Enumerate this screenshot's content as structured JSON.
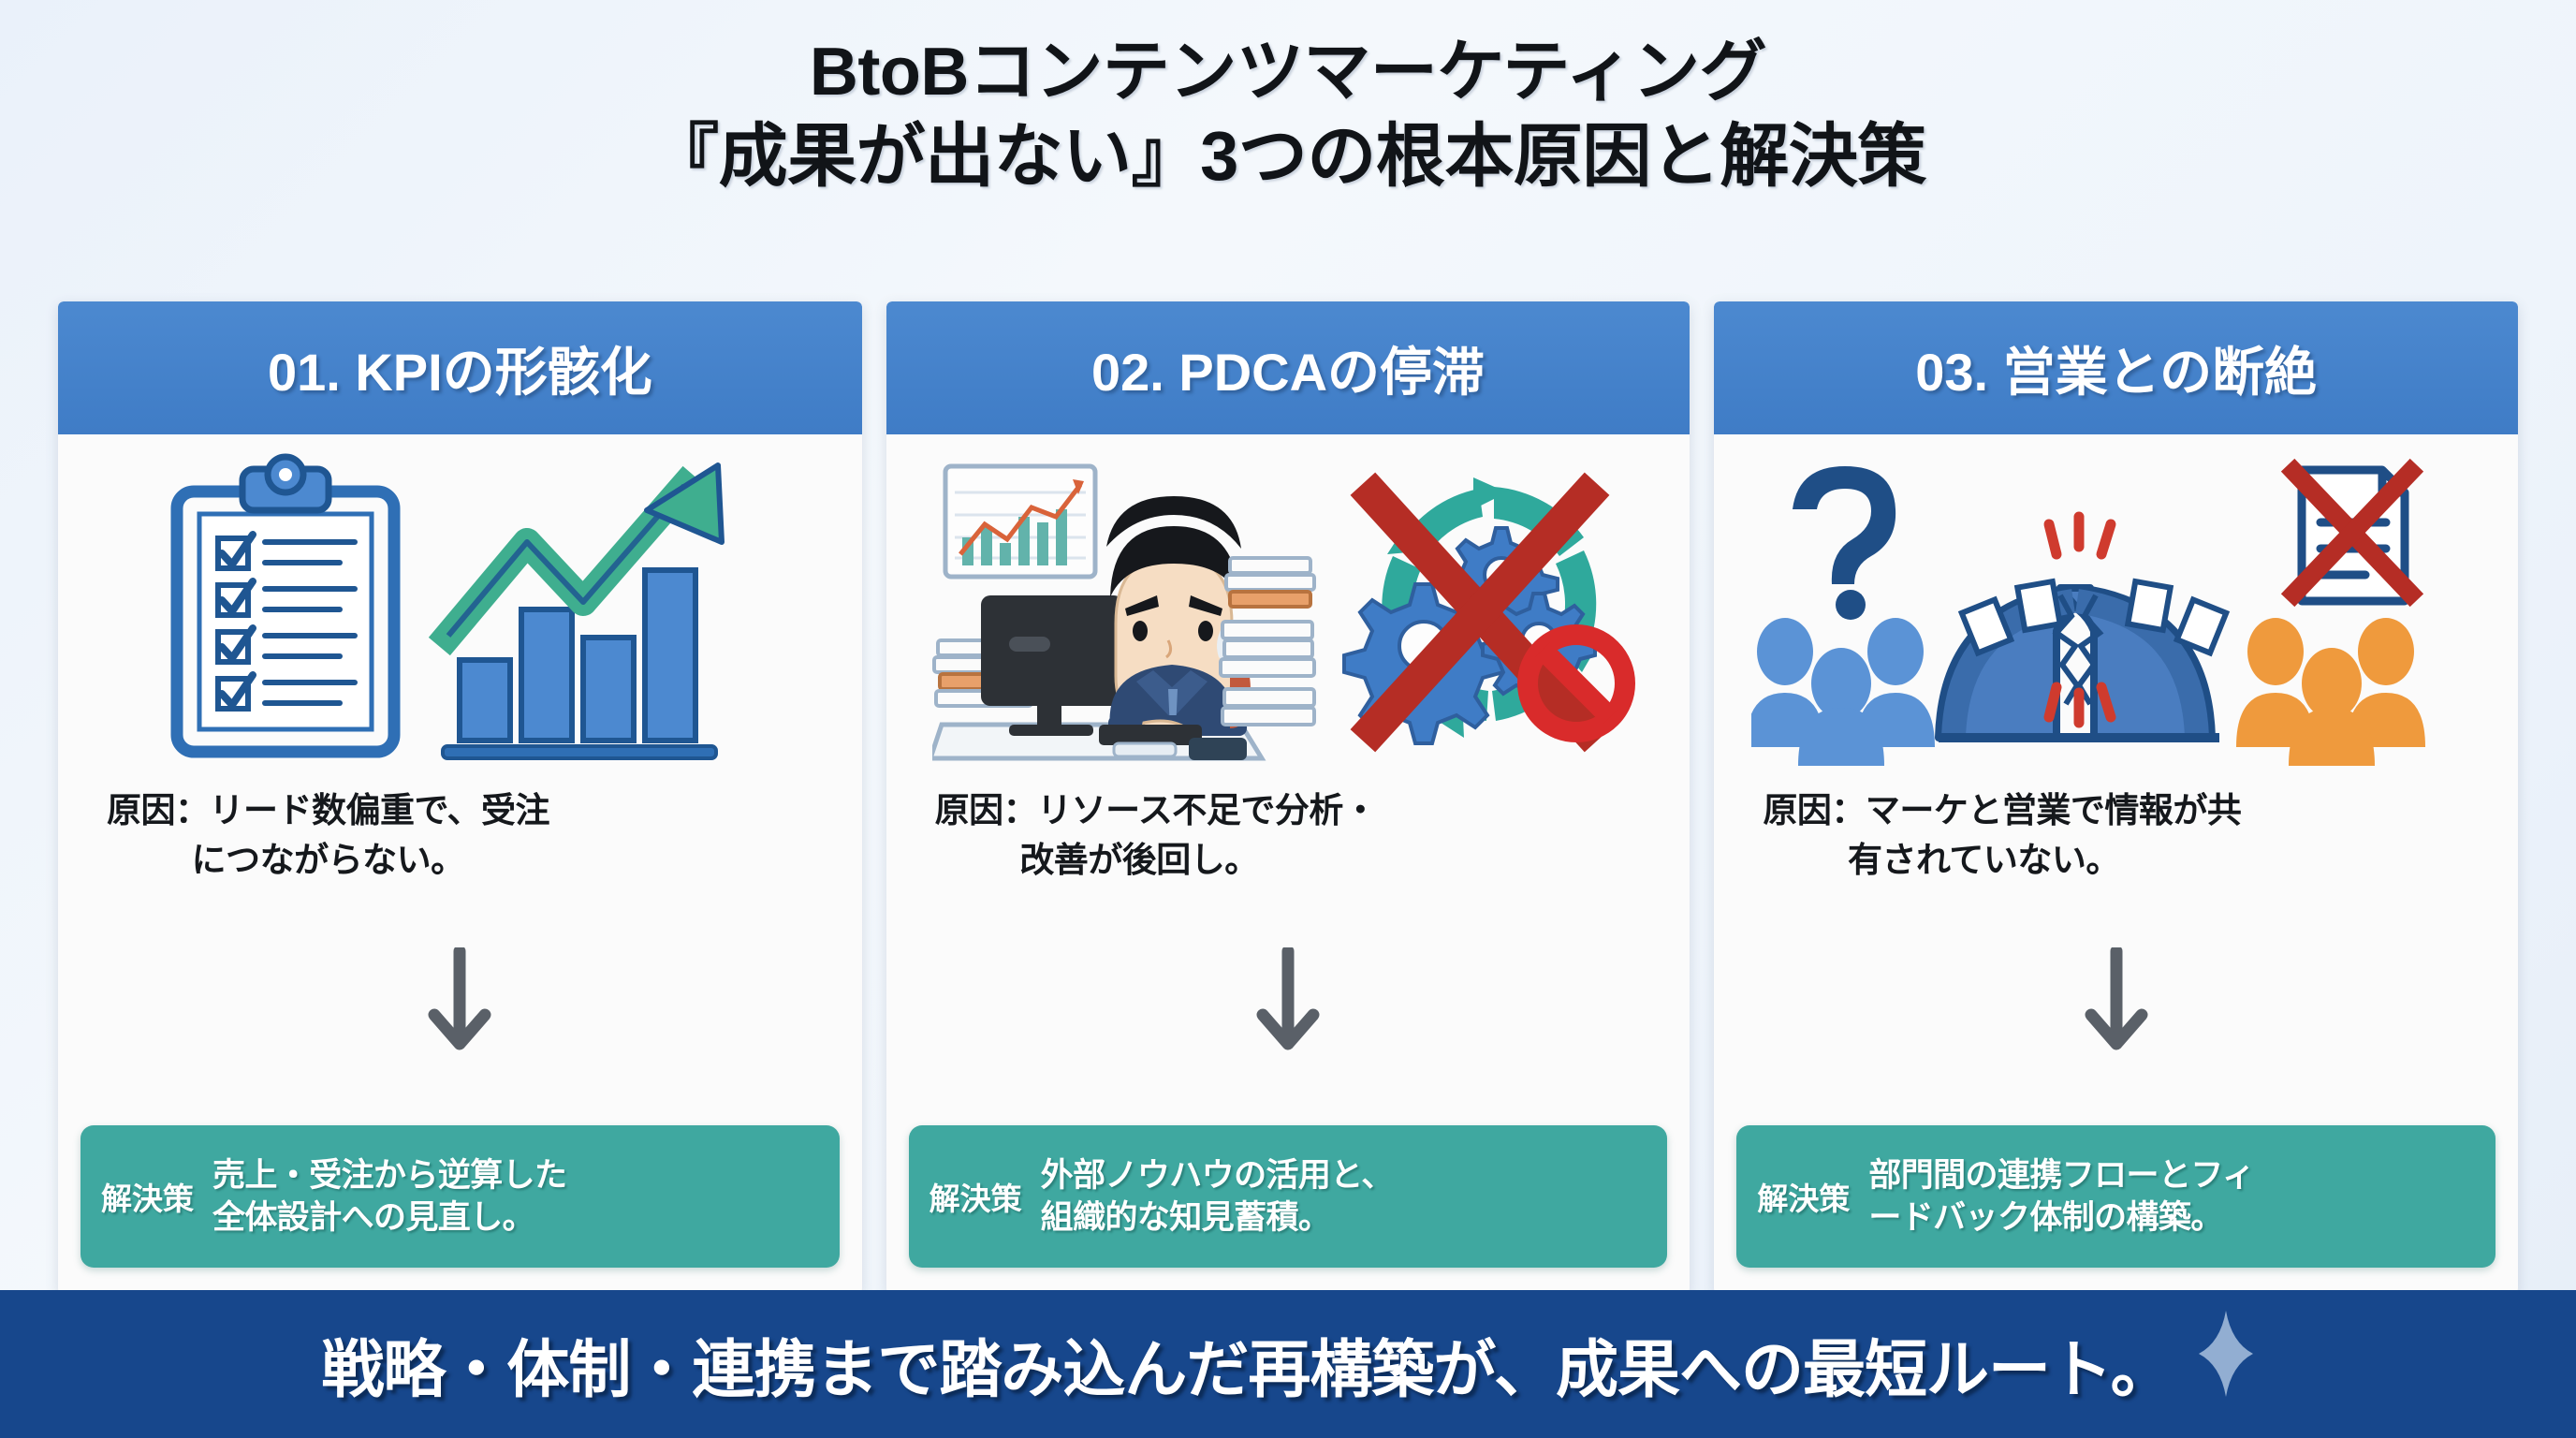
{
  "title": {
    "line1": "BtoBコンテンツマーケティング",
    "line2": "『成果が出ない』3つの根本原因と解決策"
  },
  "colors": {
    "background_top": "#eaf1fa",
    "card_header_blue": "#3f7cc6",
    "solution_teal": "#3fa8a0",
    "banner_navy": "#17478c",
    "accent_green": "#3fae8f",
    "accent_orange": "#ef9a3d",
    "accent_red": "#c0392b"
  },
  "cards": [
    {
      "header": "01. KPIの形骸化",
      "illustration": "clipboard-checklist-and-growth-bar-chart",
      "cause_label": "原因：",
      "cause_line1": "リード数偏重で、受注",
      "cause_line2": "につながらない。",
      "arrow": "down-arrow",
      "solution_tag": "解決策",
      "solution_line1": "売上・受注から逆算した",
      "solution_line2": "全体設計への見直し。"
    },
    {
      "header": "02. PDCAの停滞",
      "illustration": "overworked-businessman-and-blocked-pdca-cycle",
      "cause_label": "原因：",
      "cause_line1": "リソース不足で分析・",
      "cause_line2": "改善が後回し。",
      "arrow": "down-arrow",
      "solution_tag": "解決策",
      "solution_line1": "外部ノウハウの活用と、",
      "solution_line2": "組織的な知見蓄積。"
    },
    {
      "header": "03. 営業との断絶",
      "illustration": "broken-bridge-between-two-teams",
      "cause_label": "原因：",
      "cause_line1": "マーケと営業で情報が共",
      "cause_line2": "有されていない。",
      "arrow": "down-arrow",
      "solution_tag": "解決策",
      "solution_line1": "部門間の連携フローとフィ",
      "solution_line2": "ードバック体制の構築。"
    }
  ],
  "banner": {
    "text": "戦略・体制・連携まで踏み込んだ再構築が、成果への最短ルート。",
    "icon": "sparkle-icon"
  }
}
